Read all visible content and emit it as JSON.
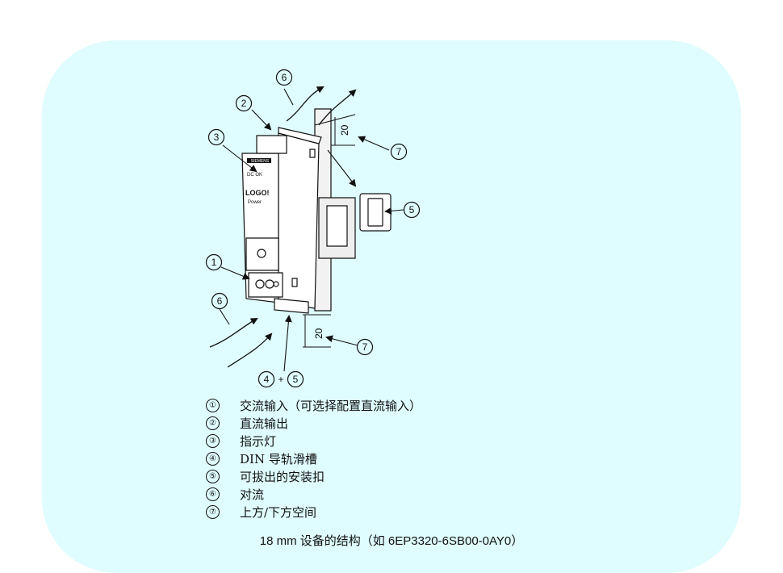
{
  "figure": {
    "callouts": [
      "①",
      "②",
      "③",
      "④",
      "⑤",
      "⑥",
      "⑦"
    ],
    "dimension": "20",
    "plus": "+",
    "device_labels": {
      "brand": "SIEMENS",
      "ok": "DC OK",
      "model": "LOGO!",
      "power": "Power"
    }
  },
  "legend": [
    {
      "num": "①",
      "text": "交流输入（可选择配置直流输入）"
    },
    {
      "num": "②",
      "text": "直流输出"
    },
    {
      "num": "③",
      "text": "指示灯"
    },
    {
      "num": "④",
      "text": "DIN 导轨滑槽"
    },
    {
      "num": "⑤",
      "text": "可拔出的安装扣"
    },
    {
      "num": "⑥",
      "text": "对流"
    },
    {
      "num": "⑦",
      "text": "上方/下方空间"
    }
  ],
  "caption": "18 mm 设备的结构（如 6EP3320-6SB00-0AY0）",
  "colors": {
    "panel": "#dffcfe",
    "line": "#111111"
  }
}
